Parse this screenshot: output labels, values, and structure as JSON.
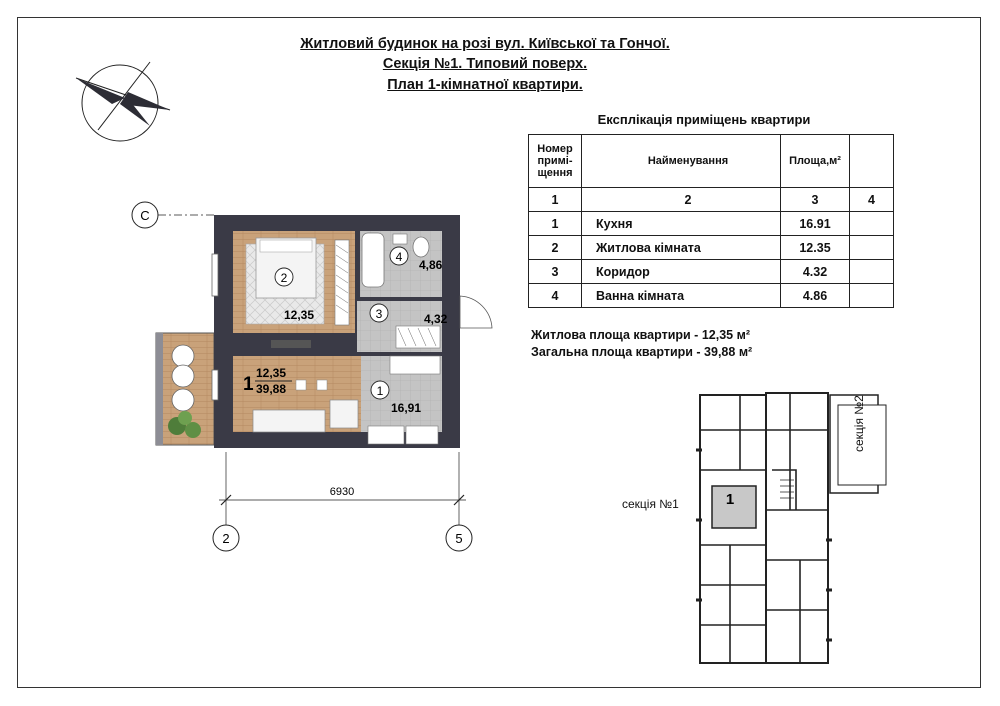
{
  "header": {
    "line1": "Житловий будинок  на розі вул. Київської та Гончої.",
    "line2": "Секція №1. Типовий поверх.",
    "line3": "План 1-кімнатної квартири."
  },
  "axes": {
    "row_c": "С",
    "col_2": "2",
    "col_5": "5",
    "dimension": "6930"
  },
  "apartment": {
    "number": "1",
    "living_area": "12,35",
    "total_area": "39,88",
    "rooms": [
      {
        "id": "1",
        "area": "16,91"
      },
      {
        "id": "2",
        "area": "12,35"
      },
      {
        "id": "3",
        "area": "4,32"
      },
      {
        "id": "4",
        "area": "4,86"
      }
    ]
  },
  "explication": {
    "caption": "Експлікація приміщень квартири",
    "headers": [
      "Номер примі-щення",
      "Найменування",
      "Площа,м²",
      ""
    ],
    "col_numbers": [
      "1",
      "2",
      "3",
      "4"
    ],
    "rows": [
      {
        "num": "1",
        "name": "Кухня",
        "area": "16.91",
        "note": ""
      },
      {
        "num": "2",
        "name": "Житлова кімната",
        "area": "12.35",
        "note": ""
      },
      {
        "num": "3",
        "name": "Коридор",
        "area": "4.32",
        "note": ""
      },
      {
        "num": "4",
        "name": "Ванна кімната",
        "area": "4.86",
        "note": ""
      }
    ]
  },
  "summary": {
    "living": "Житлова площа квартири - 12,35 м²",
    "total": "Загальна площа квартири - 39,88 м²"
  },
  "key_plan": {
    "section1_label": "секція №1",
    "section2_label": "секція №2",
    "apartment_marker": "1",
    "highlight_color": "#c8c8c8"
  },
  "colors": {
    "wall": "#3a3a46",
    "floor_wood": "#c9a27a",
    "floor_tile": "#bdbdbd",
    "carpet": "#e6e6e6"
  }
}
